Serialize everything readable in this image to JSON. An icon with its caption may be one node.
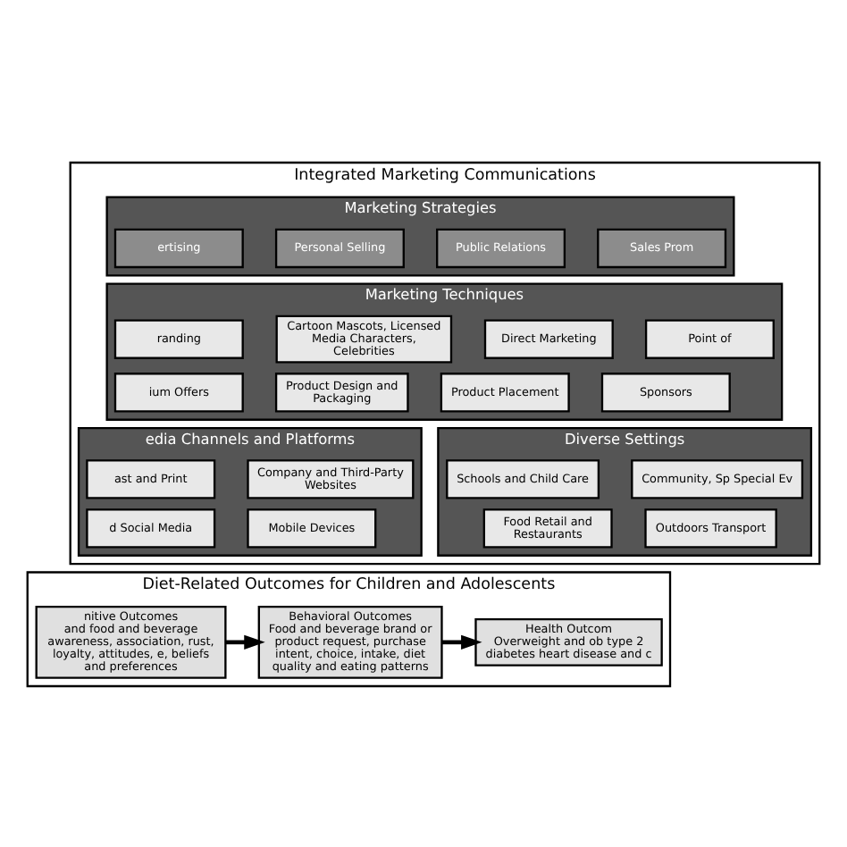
{
  "diagram": {
    "nodes": [
      {
        "text": [
          "Integrated Marketing Communications"
        ]
      },
      {
        "text": [
          "Marketing Strategies"
        ],
        "in": 0
      },
      {
        "text": [
          "ertising"
        ],
        "in": 1
      },
      {
        "text": [
          "Personal Selling"
        ],
        "in": 1
      },
      {
        "text": [
          "Public Relations"
        ],
        "in": 1
      },
      {
        "text": [
          "Sales Prom"
        ],
        "in": 1
      },
      {
        "text": [
          "Marketing Techniques"
        ],
        "in": 0
      },
      {
        "text": [
          "randing"
        ],
        "in": 6
      },
      {
        "text": [
          "Cartoon Mascots, Licensed Media Characters, Celebrities"
        ],
        "in": 6
      },
      {
        "text": [
          "Direct Marketing"
        ],
        "in": 6
      },
      {
        "text": [
          "Point of"
        ],
        "in": 6
      },
      {
        "text": [
          "ium Offers"
        ],
        "in": 6
      },
      {
        "text": [
          "Product Design and Packaging"
        ],
        "in": 6
      },
      {
        "text": [
          "Product Placement"
        ],
        "in": 6
      },
      {
        "text": [
          "Sponsors"
        ],
        "in": 6
      },
      {
        "text": [
          "edia Channels and Platforms"
        ],
        "in": 0
      },
      {
        "text": [
          "ast and Print"
        ],
        "in": 15
      },
      {
        "text": [
          "Company and Third-Party Websites"
        ],
        "in": 15
      },
      {
        "text": [
          "d Social Media"
        ],
        "in": 15
      },
      {
        "text": [
          "Mobile Devices"
        ],
        "in": 15
      },
      {
        "text": [
          "Diverse Settings"
        ],
        "in": 0
      },
      {
        "text": [
          "Schools and Child Care"
        ],
        "in": 20
      },
      {
        "text": [
          "Community, Sp Special Ev"
        ],
        "in": 20
      },
      {
        "text": [
          "Food Retail and Restaurants"
        ],
        "in": 20
      },
      {
        "text": [
          "Outdoors Transport"
        ],
        "in": 20
      },
      {
        "text": [
          "Diet-Related Outcomes for Children and Adolescents"
        ]
      },
      {
        "text": [
          "nitive Outcomes",
          "and food and beverage awareness, association, rust, loyalty, attitudes, e, beliefs and preferences"
        ],
        "in": 25
      },
      {
        "text": [
          "Behavioral Outcomes",
          "Food and beverage brand or product request, purchase intent, choice, intake, diet quality and eating patterns"
        ],
        "in": 25
      },
      {
        "text": [
          "Health Outcom",
          "Overweight and ob type 2 diabetes heart disease and c"
        ],
        "in": 25
      }
    ],
    "edges": [
      {
        "from": 26,
        "to": 27,
        "arrow": "to"
      },
      {
        "from": 27,
        "to": 28,
        "arrow": "to"
      }
    ]
  }
}
